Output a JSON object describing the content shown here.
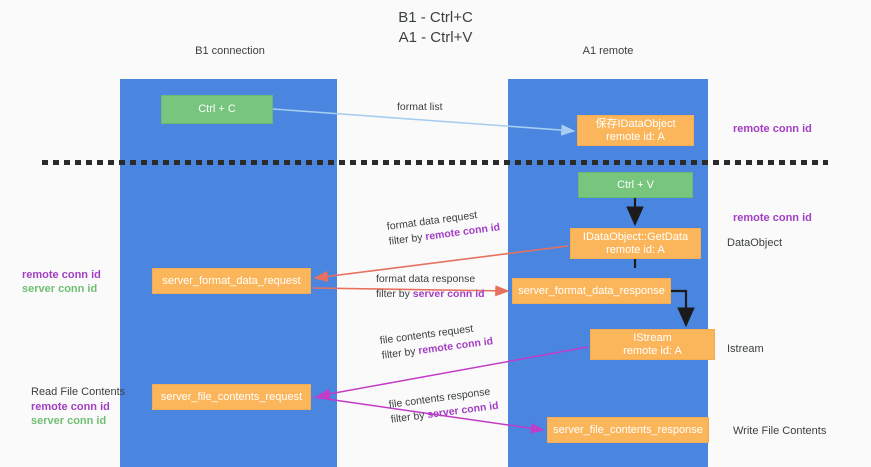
{
  "title": "B1 - Ctrl+C\nA1 - Ctrl+V",
  "lanes": [
    {
      "name": "b1",
      "header": "B1\nconnection",
      "color": "#4a86e0"
    },
    {
      "name": "a1",
      "header": "A1\nremote",
      "color": "#4a86e0"
    }
  ],
  "colors": {
    "lane": "#4a86e0",
    "green_node": "#78c67d",
    "orange_node": "#fbb65c",
    "remote_conn_id": "#a33ec4",
    "server_conn_id": "#6fbf73",
    "arrow_format_list": "#a7cdf0",
    "arrow_format_data": "#e8705f",
    "arrow_file_contents": "#c33bc6",
    "arrow_black": "#1b1b1b",
    "divider": "#2b2b2b",
    "background": "#fafafa"
  },
  "nodes": {
    "ctrl_c": "Ctrl + C",
    "idataobject": "保存IDataObject\nremote id: A",
    "ctrl_v": "Ctrl + V",
    "getdata": "IDataObject::GetData\nremote id: A",
    "server_format_data_request": "server_format_data_request",
    "server_format_data_response": "server_format_data_response",
    "istream": "IStream\nremote id: A",
    "server_file_contents_request": "server_file_contents_request",
    "server_file_contents_response": "server_file_contents_response"
  },
  "flow_labels": {
    "format_list": "format list",
    "format_data_request": "format data request",
    "format_data_request_filter_prefix": "filter by ",
    "format_data_request_filter_key": "remote conn id",
    "format_data_response": "format data response",
    "format_data_response_filter_prefix": "filter by ",
    "format_data_response_filter_key": "server conn id",
    "file_contents_request": "file contents request",
    "file_contents_request_filter_prefix": "filter by ",
    "file_contents_request_filter_key": "remote conn id",
    "file_contents_response": "file contents response",
    "file_contents_response_filter_prefix": "filter by ",
    "file_contents_response_filter_key": "server conn id"
  },
  "side_labels": {
    "remote_conn_id_top": "remote conn id",
    "remote_conn_id_mid": "remote conn id",
    "dataobject": "DataObject",
    "istream": "Istream",
    "write_file_contents": "Write File Contents"
  },
  "legends": {
    "middle": {
      "remote": "remote conn id",
      "server": "server conn id"
    },
    "bottom": {
      "title": "Read File Contents",
      "remote": "remote conn id",
      "server": "server conn id"
    }
  }
}
